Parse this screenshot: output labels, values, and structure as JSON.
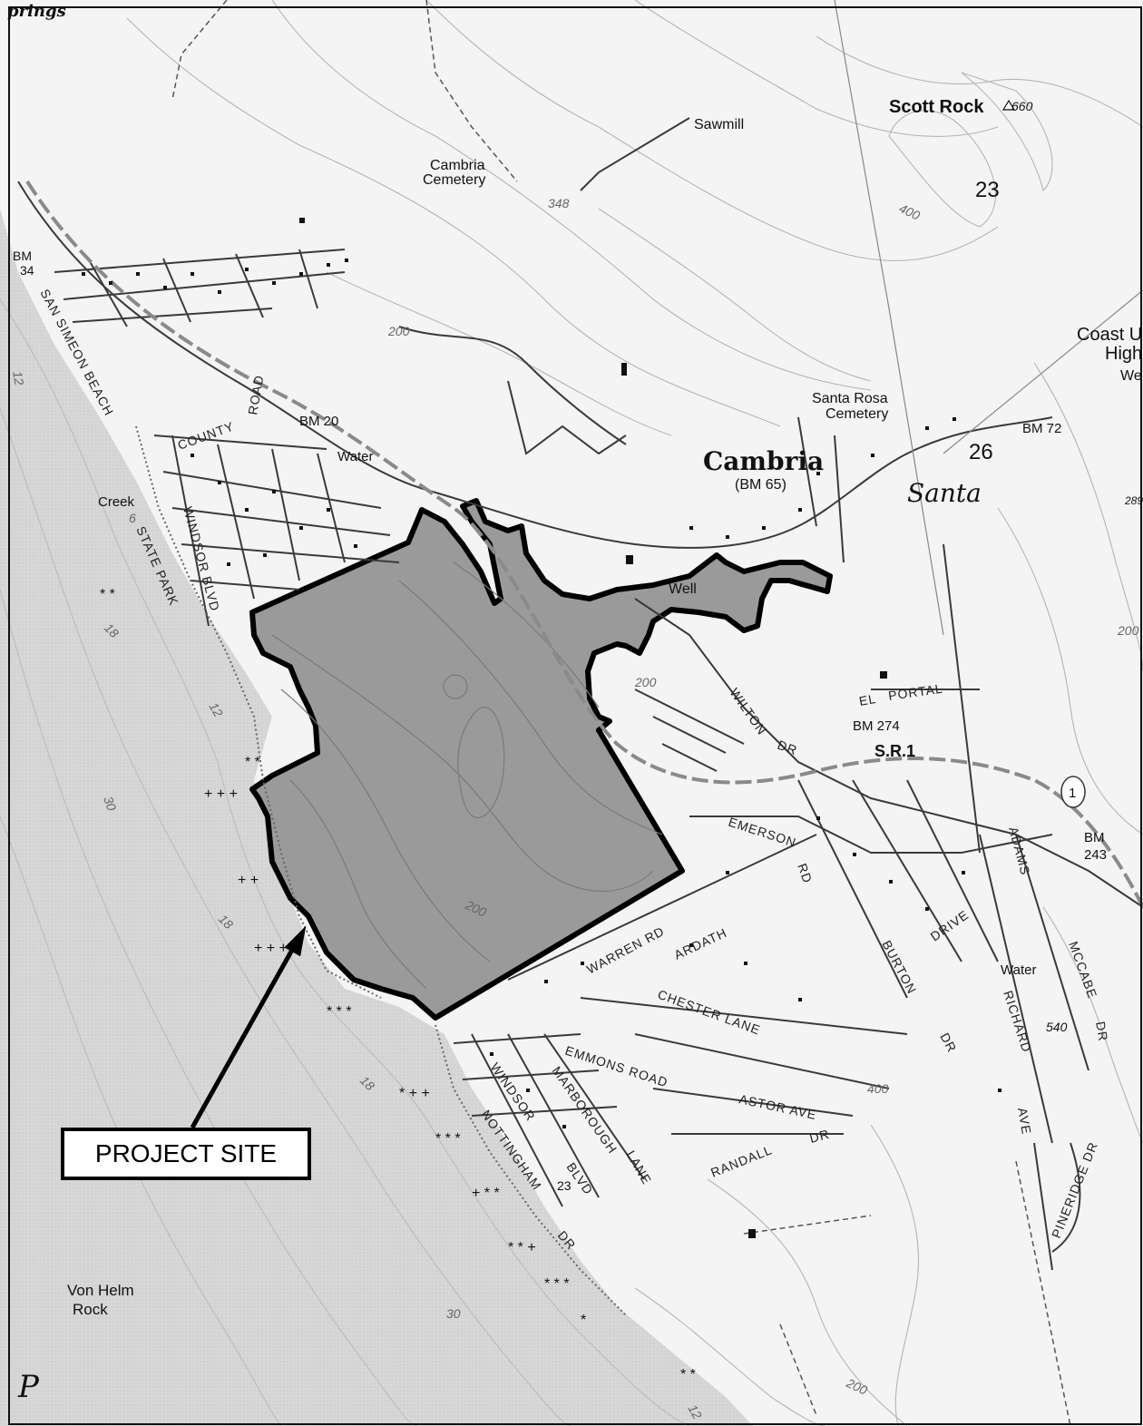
{
  "map": {
    "corner_label": "prings",
    "project_site_label": "PROJECT SITE",
    "places": {
      "scott_rock": "Scott Rock",
      "scott_rock_elev": "660",
      "sawmill": "Sawmill",
      "cambria_cemetery_1": "Cambria",
      "cambria_cemetery_2": "Cemetery",
      "santa_rosa_cemetery_1": "Santa Rosa",
      "santa_rosa_cemetery_2": "Cemetery",
      "cambria": "Cambria",
      "cambria_bm": "(BM 65)",
      "santa": "Santa",
      "coast_1": "Coast U",
      "coast_2": "High",
      "coast_3": "We",
      "creek": "Creek",
      "water_1": "Water",
      "water_2": "Water",
      "well": "Well",
      "von_helm_1": "Von Helm",
      "von_helm_2": "Rock",
      "sr1": "S.R.1",
      "ocean_letter": "P"
    },
    "benchmarks": {
      "bm34_a": "BM",
      "bm34_b": "34",
      "bm20": "BM 20",
      "bm72": "BM 72",
      "bm274": "BM 274",
      "bm243_a": "BM",
      "bm243_b": "243"
    },
    "section_numbers": {
      "s23_top": "23",
      "s26": "26",
      "s23_bottom": "23"
    },
    "route_shield": "1",
    "spot_elevations": {
      "e289": "289",
      "e540": "540"
    },
    "contours": {
      "c348": "348",
      "c400_top": "400",
      "c200_north": "200",
      "c200_site": "200",
      "c200_east": "200",
      "c200_right": "200",
      "c400_south": "400",
      "c200_bottom": "200",
      "c12_a": "12",
      "c12_b": "12",
      "c12_c": "12",
      "c18_a": "18",
      "c18_b": "18",
      "c18_c": "18",
      "c30_a": "30",
      "c30_b": "30",
      "c6": "6"
    },
    "roads": {
      "san_simeon_beach": "SAN SIMEON BEACH",
      "state_park": "STATE PARK",
      "county": "COUNTY",
      "road": "ROAD",
      "windsor_blvd_north": "WINDSOR BLVD",
      "el": "EL",
      "portal": "PORTAL",
      "wilton": "WILTON",
      "dr_wilton": "DR",
      "emerson": "EMERSON",
      "rd_emerson": "RD",
      "warren_rd": "WARREN  RD",
      "ardath": "ARDATH",
      "drive": "DRIVE",
      "burton": "BURTON",
      "dr_burton": "DR",
      "adams": "ADAMS",
      "mccabe": "MCCABE",
      "dr_mccabe": "DR",
      "richard": "RICHARD",
      "ave_richard": "AVE",
      "chester_lane": "CHESTER      LANE",
      "emmons_road": "EMMONS ROAD",
      "marborough": "MARBOROUGH",
      "lane_marb": "LANE",
      "windsor_south": "WINDSOR",
      "blvd_south": "BLVD",
      "nottingham": "NOTTINGHAM",
      "dr_nott": "DR",
      "astor_ave": "ASTOR AVE",
      "randall": "RANDALL",
      "dr_randall": "DR",
      "pineridge": "PINERIDGE DR"
    },
    "colors": {
      "ocean": "#d9d9d9",
      "land": "#f4f4f4",
      "site_fill": "#9a9a9a",
      "roads": "#3a3a3a",
      "outline": "#000000"
    }
  }
}
